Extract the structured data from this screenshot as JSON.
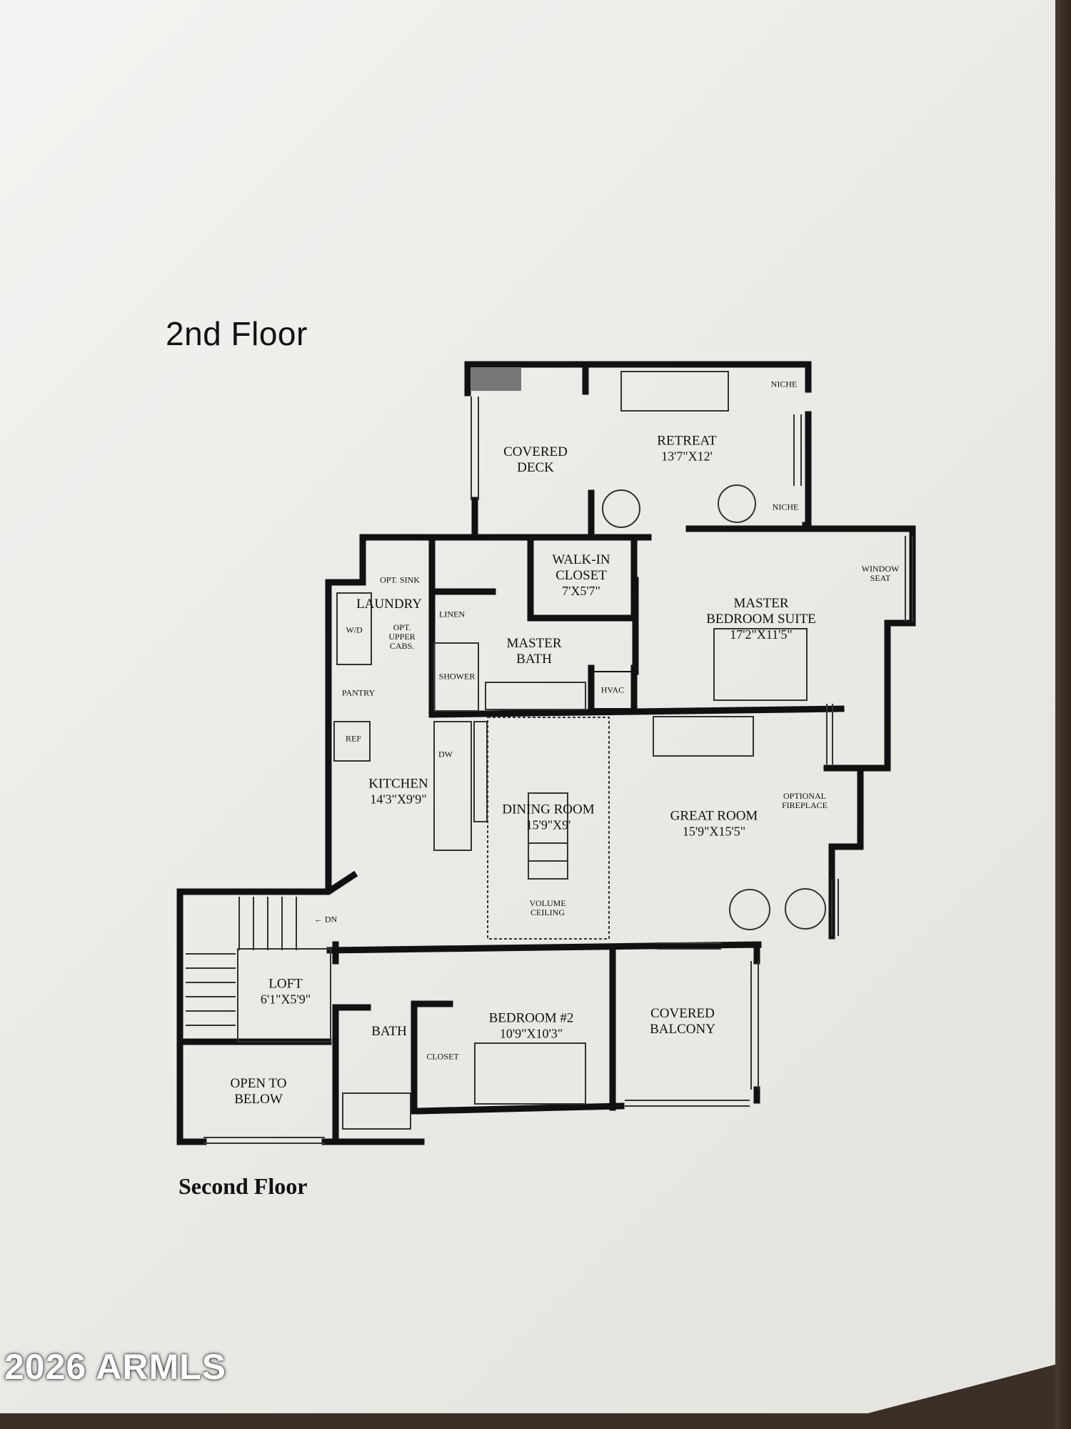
{
  "page": {
    "title": "2nd Floor",
    "caption": "Second Floor",
    "watermark": "2026 ARMLS"
  },
  "rooms": {
    "covered_deck": {
      "name": "COVERED\nDECK"
    },
    "retreat": {
      "name": "RETREAT",
      "dim": "13'7\"X12'"
    },
    "walk_in_closet": {
      "name": "WALK-IN\nCLOSET",
      "dim": "7'X5'7\""
    },
    "master_bedroom": {
      "name": "MASTER\nBEDROOM SUITE",
      "dim": "17'2\"X11'5\""
    },
    "master_bath": {
      "name": "MASTER\nBATH"
    },
    "laundry": {
      "name": "LAUNDRY"
    },
    "kitchen": {
      "name": "KITCHEN",
      "dim": "14'3\"X9'9\""
    },
    "dining_room": {
      "name": "DINING ROOM",
      "dim": "15'9\"X9'"
    },
    "great_room": {
      "name": "GREAT ROOM",
      "dim": "15'9\"X15'5\""
    },
    "loft": {
      "name": "LOFT",
      "dim": "6'1\"X5'9\""
    },
    "bath": {
      "name": "BATH"
    },
    "bedroom2": {
      "name": "BEDROOM #2",
      "dim": "10'9\"X10'3\""
    },
    "covered_balcony": {
      "name": "COVERED\nBALCONY"
    },
    "open_to_below": {
      "name": "OPEN TO\nBELOW"
    }
  },
  "annotations": {
    "niche_top": "NICHE",
    "niche_bottom": "NICHE",
    "window_seat": "WINDOW\nSEAT",
    "opt_sink": "OPT. SINK",
    "wd": "W/D",
    "opt_upper_cabs": "OPT.\nUPPER\nCABS.",
    "linen": "LINEN",
    "shower": "SHOWER",
    "hvac": "HVAC",
    "pantry": "PANTRY",
    "ref": "REF",
    "dw": "DW",
    "optional_fireplace": "OPTIONAL\nFIREPLACE",
    "volume_ceiling": "VOLUME\nCEILING",
    "dn": "← DN",
    "closet": "CLOSET"
  }
}
